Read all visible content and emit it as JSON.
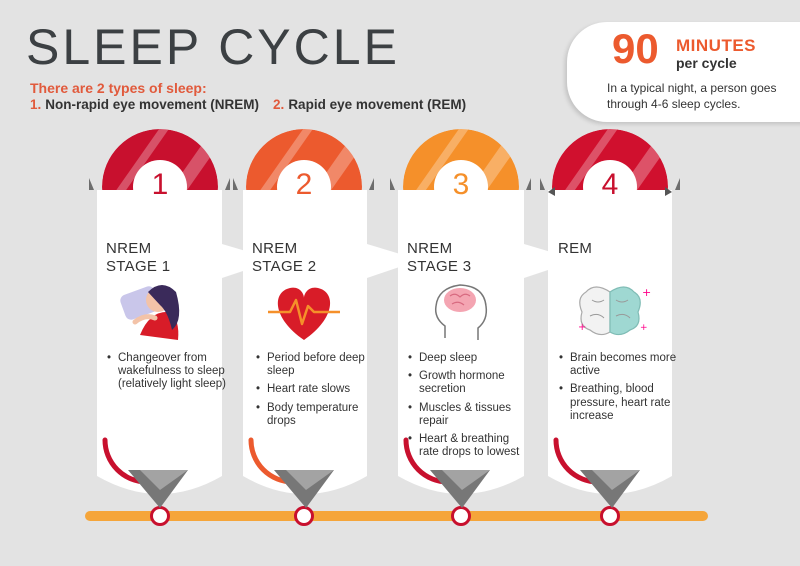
{
  "title": "SLEEP CYCLE",
  "types_heading": "There are 2 types of sleep:",
  "types": [
    {
      "num": "1.",
      "label": "Non-rapid eye movement (NREM)"
    },
    {
      "num": "2.",
      "label": "Rapid eye movement (REM)"
    }
  ],
  "cycle": {
    "minutes": "90",
    "unit": "MINUTES",
    "sub": "per cycle",
    "description": "In a typical night, a person goes through 4-6 sleep cycles."
  },
  "colors": {
    "accent": "#ec5a2e",
    "stage1": "#c8102e",
    "stage2": "#ec5a2e",
    "stage3": "#f5902a",
    "stage4": "#d0102e",
    "timeline": "#f5a53a"
  },
  "stages": [
    {
      "number": "1",
      "title_line1": "NREM",
      "title_line2": "STAGE 1",
      "icon": "sleeping-person-icon",
      "bullets": [
        "Changeover from wakefulness to sleep (relatively light sleep)"
      ]
    },
    {
      "number": "2",
      "title_line1": "NREM",
      "title_line2": "STAGE 2",
      "icon": "heartbeat-icon",
      "bullets": [
        "Period before deep sleep",
        "Heart rate slows",
        "Body temperature drops"
      ]
    },
    {
      "number": "3",
      "title_line1": "NREM",
      "title_line2": "STAGE 3",
      "icon": "head-brain-icon",
      "bullets": [
        "Deep sleep",
        "Growth hormone secretion",
        "Muscles & tissues repair",
        "Heart & breathing rate drops to lowest"
      ]
    },
    {
      "number": "4",
      "title_line1": "REM",
      "title_line2": "",
      "icon": "brain-icon",
      "bullets": [
        "Brain becomes more active",
        "Breathing, blood pressure, heart rate increase"
      ]
    }
  ]
}
